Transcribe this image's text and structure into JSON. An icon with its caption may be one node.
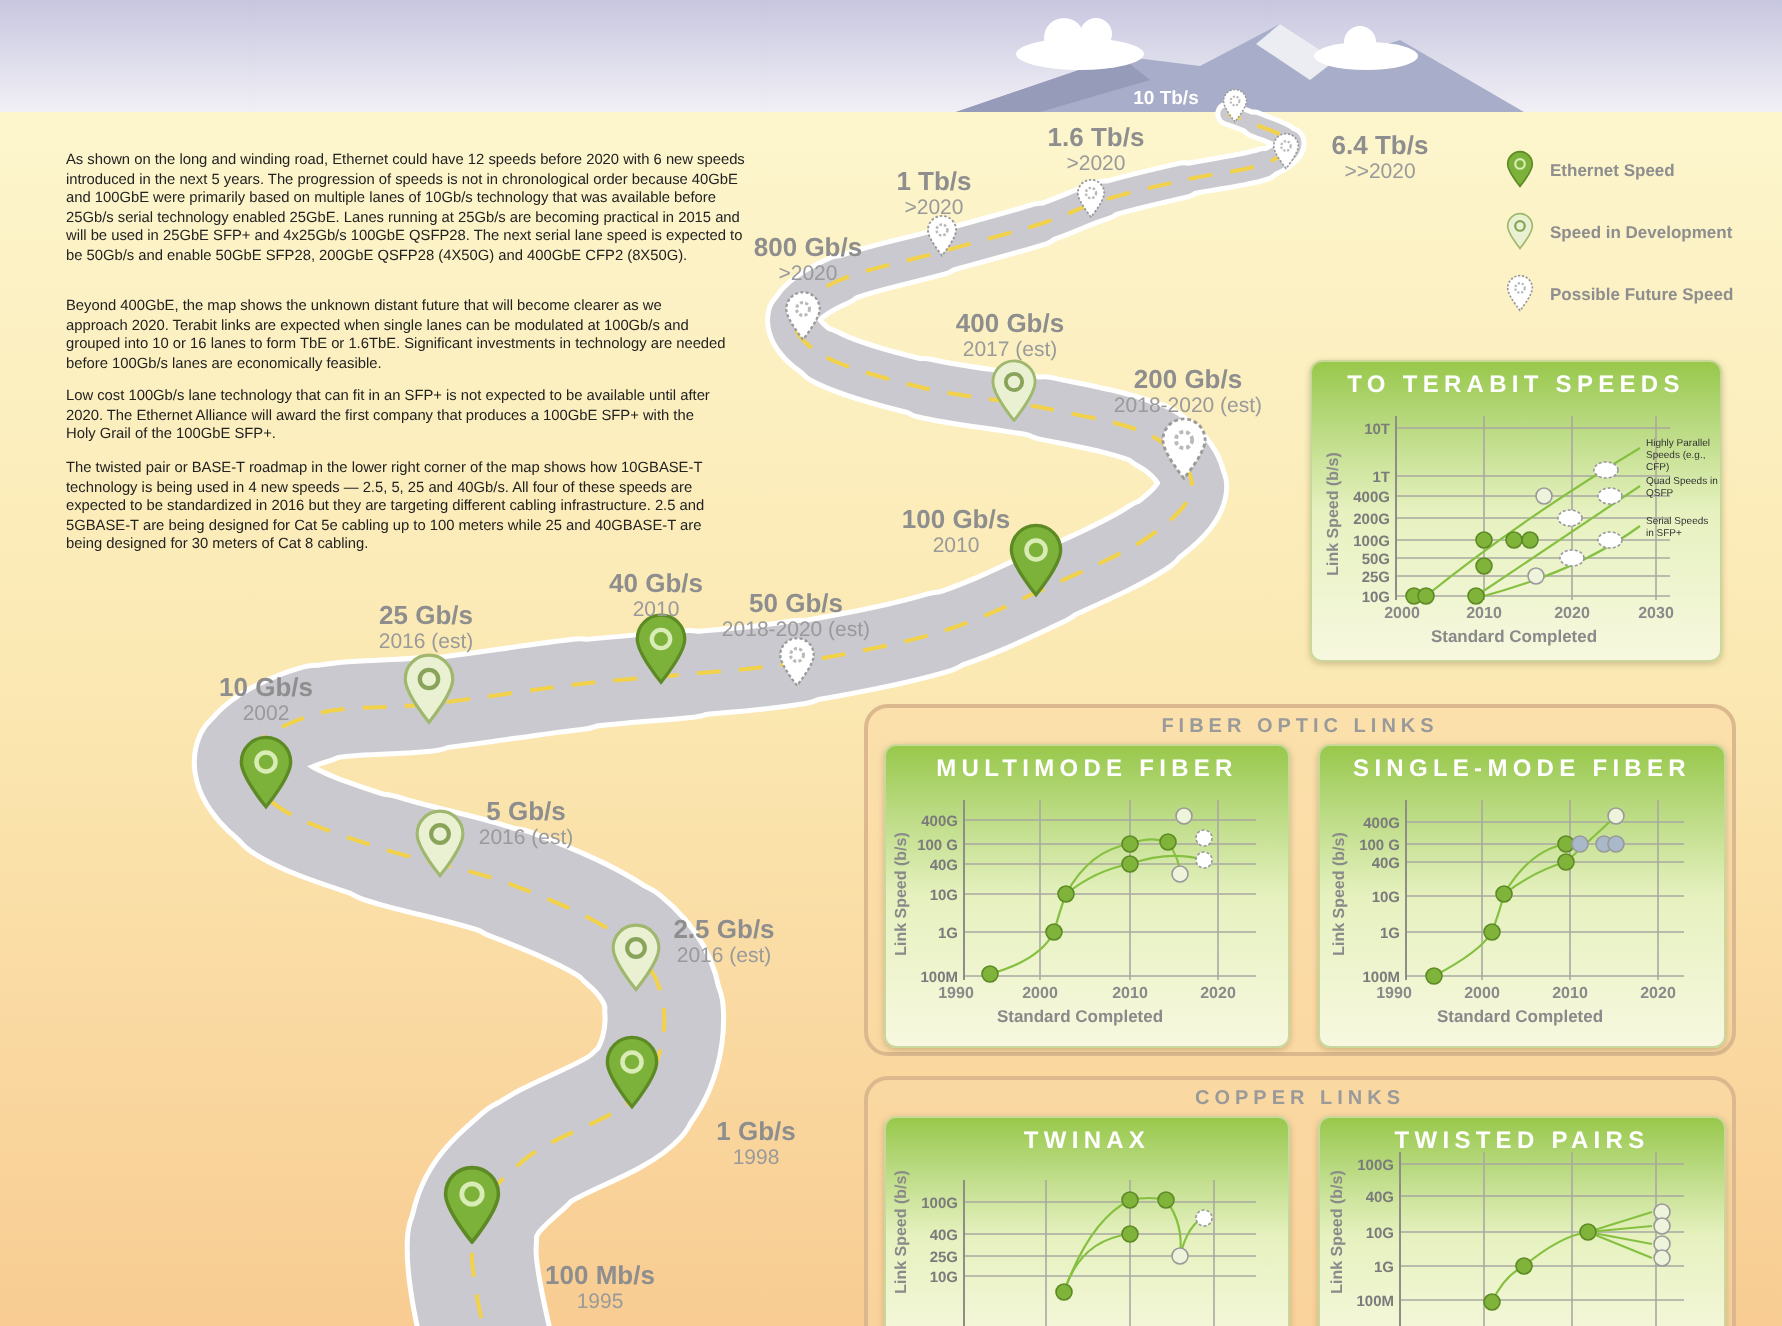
{
  "diagram": {
    "nodes": [
      {
        "text": [
          "10 Tb/s"
        ]
      },
      {
        "text": [
          "6.4 Tb/s",
          ">>2020"
        ]
      },
      {
        "text": [
          "1.6 Tb/s",
          ">2020"
        ]
      },
      {
        "text": [
          "1 Tb/s",
          ">2020"
        ]
      },
      {
        "text": [
          "800 Gb/s",
          ">2020"
        ]
      },
      {
        "text": [
          "400 Gb/s",
          "2017 (est)"
        ]
      },
      {
        "text": [
          "200 Gb/s",
          "2018-2020 (est)"
        ]
      },
      {
        "text": [
          "100 Gb/s",
          "2010"
        ]
      },
      {
        "text": [
          "50 Gb/s",
          "2018-2020 (est)"
        ]
      },
      {
        "text": [
          "40 Gb/s",
          "2010"
        ]
      },
      {
        "text": [
          "25 Gb/s",
          "2016 (est)"
        ]
      },
      {
        "text": [
          "10 Gb/s",
          "2002"
        ]
      },
      {
        "text": [
          "5 Gb/s",
          "2016 (est)"
        ]
      },
      {
        "text": [
          "2.5 Gb/s",
          "2016 (est)"
        ]
      },
      {
        "text": [
          "1 Gb/s",
          "1998"
        ]
      },
      {
        "text": [
          "100 Mb/s",
          "1995"
        ]
      },
      {
        "text": [
          "TO TERABIT SPEEDS"
        ]
      },
      {
        "text": [
          "FIBER OPTIC LINKS"
        ]
      },
      {
        "text": [
          "MULTIMODE FIBER"
        ],
        "in": 17
      },
      {
        "text": [
          "SINGLE-MODE FIBER"
        ],
        "in": 17
      },
      {
        "text": [
          "COPPER LINKS"
        ]
      },
      {
        "text": [
          "TWINAX"
        ],
        "in": 20
      },
      {
        "text": [
          "TWISTED PAIRS"
        ],
        "in": 20
      }
    ],
    "labels": [
      "As shown on the long and winding road, Ethernet could have 12 speeds before 2020 with 6 new speeds introduced in the next 5 years. The progression of speeds is not in chronological order because 40GbE and 100GbE were primarily based on multiple lanes of 10Gb/s technology that was available before 25Gb/s serial technology enabled 25GbE. Lanes running at 25Gb/s are becoming practical in 2015 and will be used in 25GbE SFP+ and 4x25Gb/s 100GbE QSFP28. The next serial lane speed is expected to be 50Gb/s and enable 50GbE SFP28, 200GbE QSFP28 (4X50G) and 400GbE CFP2 (8X50G).",
      "Beyond 400GbE, the map shows the unknown distant future that will become clearer as we approach 2020. Terabit links are expected when single lanes can be modulated at 100Gb/s and grouped into 10 or 16 lanes to form TbE or 1.6TbE. Significant investments in technology are needed before 100Gb/s lanes are economically feasible.",
      "Low cost 100Gb/s lane technology that can fit in an SFP+ is not expected to be available until after 2020. The Ethernet Alliance will award the first company that produces a 100GbE SFP+ with the Holy Grail of the 100GbE SFP+.",
      "The twisted pair or BASE-T roadmap in the lower right corner of the map shows how 10GBASE-T technology is being used in 4 new speeds — 2.5, 5, 25 and 40Gb/s. All four of these speeds are expected to be standardized in 2016 but they are targeting different cabling infrastructure. 2.5 and 5GBASE-T are being designed for Cat 5e cabling up to 100 meters while 25 and 40GBASE-T are being designed for 30 meters of Cat 8 cabling.",
      "10T",
      "1T",
      "400G",
      "200G",
      "100G",
      "50G",
      "25G",
      "10G",
      "2000",
      "2010",
      "2020",
      "2030",
      "Link Speed (b/s)",
      "Standard Completed",
      "Highly Parallel Speeds (e.g., CFP)",
      "Quad Speeds in QSFP",
      "Serial Speeds in SFP+",
      "400G",
      "100 G",
      "40G",
      "10G",
      "1G",
      "100M",
      "1990",
      "2000",
      "2010",
      "2020",
      "Link Speed (b/s)",
      "Standard Completed",
      "400G",
      "100 G",
      "40G",
      "10G",
      "1G",
      "100M",
      "1990",
      "2000",
      "2010",
      "2020",
      "Link Speed (b/s)",
      "Standard Completed",
      "100G",
      "40G",
      "25G",
      "10G",
      "Link Speed (b/s)",
      "100G",
      "40G",
      "10G",
      "1G",
      "100M",
      "Link Speed (b/s)"
    ],
    "legend": [
      {
        "text": "Ethernet Speed"
      },
      {
        "text": "Speed in Development"
      },
      {
        "text": "Possible Future Speed"
      }
    ]
  }
}
